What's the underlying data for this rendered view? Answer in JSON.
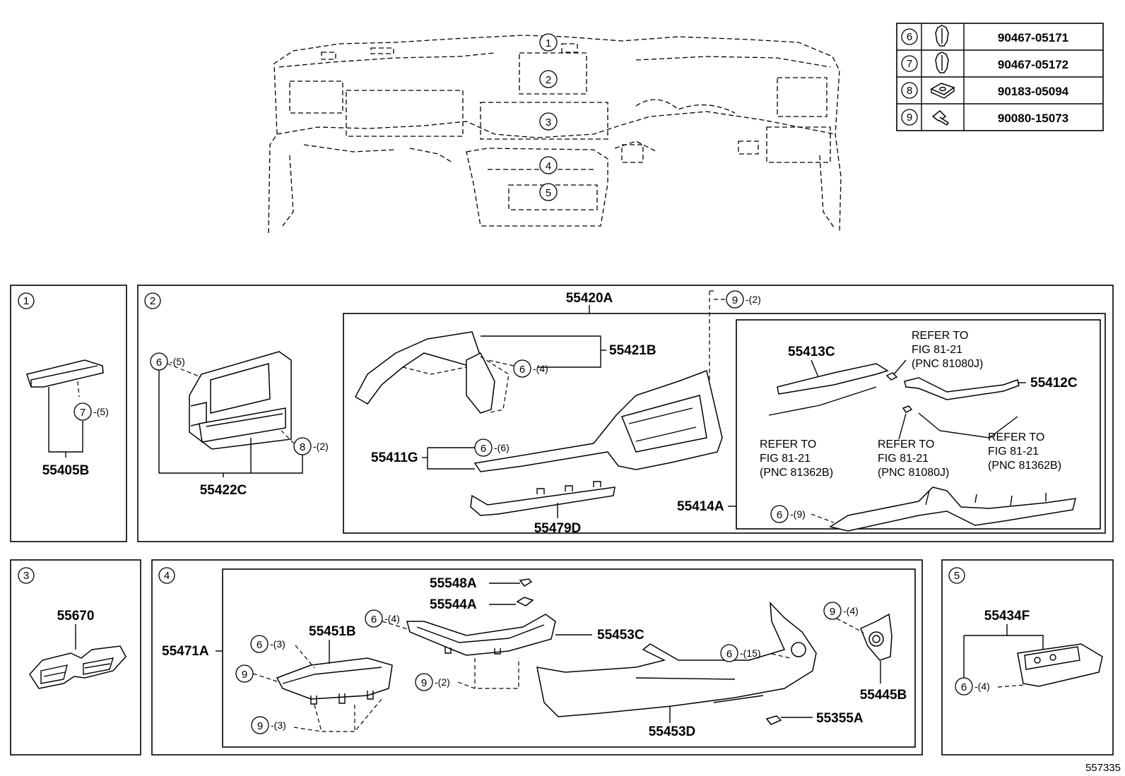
{
  "fastener_table": [
    {
      "num": "6",
      "part": "90467-05171",
      "icon": "clip-icon"
    },
    {
      "num": "7",
      "part": "90467-05172",
      "icon": "clip-icon"
    },
    {
      "num": "8",
      "part": "90183-05094",
      "icon": "nut-icon"
    },
    {
      "num": "9",
      "part": "90080-15073",
      "icon": "screw-icon"
    }
  ],
  "overview": {
    "callouts": [
      "1",
      "2",
      "3",
      "4",
      "5"
    ]
  },
  "panel1": {
    "num": "1",
    "p55405B": "55405B",
    "qty": "-(5)",
    "c7": "7"
  },
  "panel2": {
    "num": "2",
    "p55422C": "55422C",
    "c6a": "6",
    "q6a": "-(5)",
    "c8": "8",
    "q8": "-(2)",
    "p55420A": "55420A",
    "c9": "9",
    "q9": "-(2)",
    "p55421B": "55421B",
    "c6b": "6",
    "q6b": "-(4)",
    "p55411G": "55411G",
    "c6c": "6",
    "q6c": "-(6)",
    "p55479D": "55479D",
    "p55414A": "55414A",
    "c6d": "6",
    "q6d": "-(9)",
    "p55413C": "55413C",
    "p55412C": "55412C",
    "ref1": [
      "REFER TO",
      "FIG 81-21",
      "(PNC 81080J)"
    ],
    "ref2": [
      "REFER TO",
      "FIG 81-21",
      "(PNC 81362B)"
    ],
    "ref3": [
      "REFER TO",
      "FIG 81-21",
      "(PNC 81080J)"
    ],
    "ref4": [
      "REFER TO",
      "FIG 81-21",
      "(PNC 81362B)"
    ]
  },
  "panel3": {
    "num": "3",
    "p55670": "55670"
  },
  "panel4": {
    "num": "4",
    "p55471A": "55471A",
    "p55548A": "55548A",
    "p55544A": "55544A",
    "p55453C": "55453C",
    "p55451B": "55451B",
    "p55453D": "55453D",
    "p55445B": "55445B",
    "p55355A": "55355A",
    "c6a": "6",
    "q6a": "-(4)",
    "c6b": "6",
    "q6b": "-(3)",
    "c9a": "9",
    "c9b": "9",
    "q9b": "-(2)",
    "c9c": "9",
    "q9c": "-(3)",
    "c6c": "6",
    "q6c": "-(15)",
    "c9d": "9",
    "q9d": "-(4)"
  },
  "panel5": {
    "num": "5",
    "p55434F": "55434F",
    "c6": "6",
    "q6": "-(4)"
  },
  "figure_id": "557335"
}
